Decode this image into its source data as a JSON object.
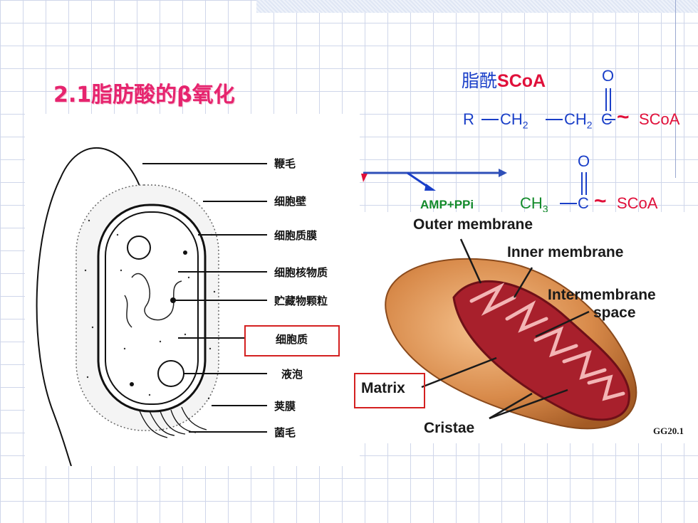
{
  "slide": {
    "title": "2.1脂肪酸的β氧化"
  },
  "cell_diagram": {
    "labels": [
      "鞭毛",
      "细胞壁",
      "细胞质膜",
      "细胞核物质",
      "贮藏物颗粒",
      "细胞质",
      "液泡",
      "荚膜",
      "菌毛"
    ],
    "highlighted": "细胞质"
  },
  "chemistry": {
    "acyl_label_prefix": "脂酰",
    "acyl_label_suffix": "SCoA",
    "o1": "O",
    "o2": "O",
    "r": "R",
    "ch2a": "CH",
    "ch2b": "CH",
    "sub2": "2",
    "sub3": "3",
    "c1": "C",
    "c2": "C",
    "tilde": "~",
    "scoa1": "SCoA",
    "scoa2": "SCoA",
    "ch3": "CH",
    "amp": "AMP+PPi"
  },
  "mitochondrion": {
    "outer": "Outer membrane",
    "inner": "Inner membrane",
    "intermembrane": "Intermembrane",
    "space": "space",
    "matrix": "Matrix",
    "cristae": "Cristae",
    "figure_code": "GG20.1"
  },
  "colors": {
    "title": "#e6246e",
    "chem_blue": "#1a3fc8",
    "scoa_red": "#e0103a",
    "amp_green": "#128a2a",
    "highlight_box": "#d42020"
  }
}
